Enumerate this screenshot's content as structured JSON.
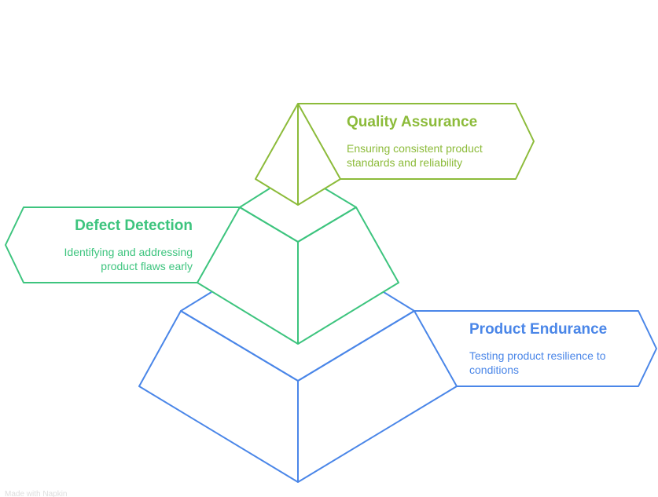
{
  "colors": {
    "top": "#8cbb3a",
    "middle": "#3dc47e",
    "bottom": "#4a86e8"
  },
  "levels": [
    {
      "title": "Quality Assurance",
      "description": "Ensuring consistent product standards and reliability"
    },
    {
      "title": "Defect Detection",
      "description": "Identifying and addressing product flaws early"
    },
    {
      "title": "Product Endurance",
      "description": "Testing product resilience to conditions"
    }
  ],
  "watermark": "Made with Napkin"
}
